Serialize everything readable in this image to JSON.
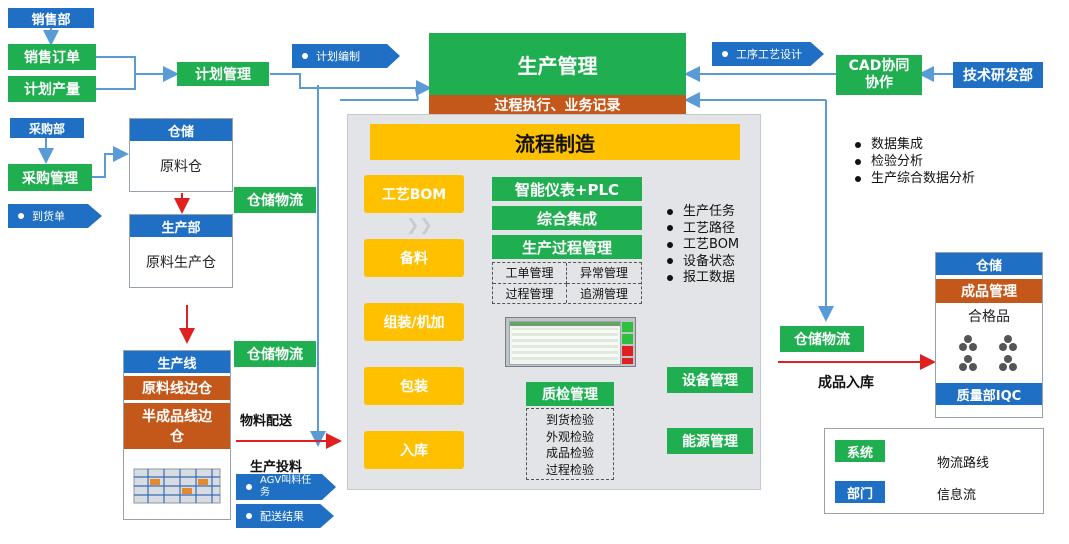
{
  "sales": {
    "dept": "销售部",
    "order": "销售订单",
    "plan_qty": "计划产量",
    "plan_mgmt": "计划管理"
  },
  "purchase": {
    "dept": "采购部",
    "mgmt": "采购管理",
    "arrival": "到货单"
  },
  "plan_compile": "计划编制",
  "production_mgmt": {
    "title": "生产管理",
    "subtitle": "过程执行、业务记录"
  },
  "process_design": "工序工艺设计",
  "cad": "CAD协同\n协作",
  "tech_dept": "技术研发部",
  "right_bullets": [
    "数据集成",
    "检验分析",
    "生产综合数据分析"
  ],
  "warehouse_top": {
    "title": "仓储",
    "content": "原料仓"
  },
  "prod_dept": {
    "title": "生产部",
    "content": "原料生产仓"
  },
  "storage_logistics": "仓储物流",
  "production_line": {
    "title": "生产线",
    "line_side": "原料线边仓",
    "semi": "半成品线边仓"
  },
  "material_delivery": "物料配送",
  "prod_feed": "生产投料",
  "agv_task": "AGV叫料任务",
  "delivery_result": "配送结果",
  "flow": {
    "title": "流程制造",
    "steps": [
      "工艺BOM",
      "备料",
      "组装/机加",
      "包装",
      "入库"
    ],
    "green_items": [
      "智能仪表+PLC",
      "综合集成",
      "生产过程管理"
    ],
    "grid": [
      "工单管理",
      "异常管理",
      "过程管理",
      "追溯管理"
    ],
    "bullets": [
      "生产任务",
      "工艺路径",
      "工艺BOM",
      "设备状态",
      "报工数据"
    ],
    "qc_title": "质检管理",
    "qc_items": [
      "到货检验",
      "外观检验",
      "成品检验",
      "过程检验"
    ],
    "equipment": "设备管理",
    "energy": "能源管理"
  },
  "finished_in": "成品入库",
  "warehouse_right": {
    "title": "仓储",
    "finished": "成品管理",
    "qualified": "合格品",
    "qa": "质量部IQC"
  },
  "legend": {
    "system": "系统",
    "dept": "部门",
    "logistics": "物流路线",
    "info": "信息流"
  },
  "colors": {
    "blue": "#1f6fc5",
    "green": "#1fae50",
    "orange": "#c4581a",
    "yellow": "#ffc000",
    "red": "#e02020",
    "info_line": "#5b9bd5"
  }
}
